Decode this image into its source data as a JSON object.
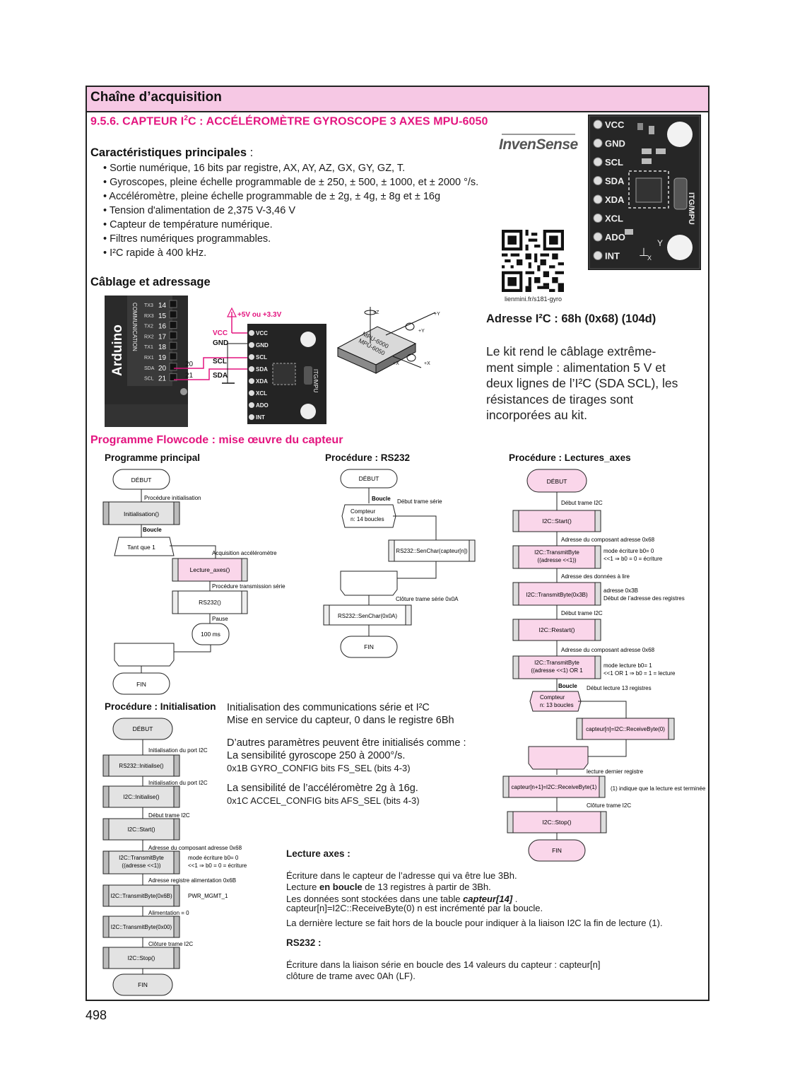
{
  "header": {
    "title": "Chaîne d’acquisition"
  },
  "section": {
    "title_a": "9.5.6. CAPTEUR I",
    "title_sup": "2",
    "title_b": "C : ACCÉLÉROMÈTRE GYROSCOPE 3 AXES MPU-6050"
  },
  "brand": {
    "logo_text": "InvenSense"
  },
  "features": {
    "heading": "Caractéristiques principales",
    "heading_suffix": " :",
    "items": [
      "• Sortie numérique, 16 bits par registre, AX, AY, AZ, GX, GY, GZ, T.",
      "• Gyroscopes, pleine échelle programmable de ± 250, ± 500, ± 1000, et ± 2000 °/s.",
      "• Accéléromètre, pleine échelle programmable de ± 2g, ± 4g, ± 8g et ± 16g",
      "• Tension d'alimentation de 2,375 V-3,46 V",
      "• Capteur de température numérique.",
      "• Filtres numériques programmables.",
      "• I²C rapide à 400 kHz."
    ]
  },
  "qr": {
    "caption": "lienmini.fr/s181-gyro"
  },
  "module": {
    "pins": [
      "VCC",
      "GND",
      "SCL",
      "SDA",
      "XDA",
      "XCL",
      "ADO",
      "INT"
    ],
    "chip_label": "ITG/MPU"
  },
  "wiring": {
    "heading": "Câblage et adressage",
    "arduino_label": "Arduino",
    "communication_label": "COMMUNICATION",
    "arduino_pins": [
      {
        "name": "TX3",
        "num": "14"
      },
      {
        "name": "RX3",
        "num": "15"
      },
      {
        "name": "TX2",
        "num": "16"
      },
      {
        "name": "RX2",
        "num": "17"
      },
      {
        "name": "TX1",
        "num": "18"
      },
      {
        "name": "RX1",
        "num": "19"
      },
      {
        "name": "SDA",
        "num": "20"
      },
      {
        "name": "SCL",
        "num": "21"
      }
    ],
    "wire_num_20": "20",
    "wire_num_21": "21",
    "supply": "+5V ou +3.3V",
    "vcc": "VCC",
    "gnd": "GND",
    "scl": "SCL",
    "sda": "SDA",
    "chip3d_label": "MPU-6000\nMPU-6050",
    "axes": [
      "+Z",
      "+Y",
      "+Y",
      "+X",
      "+X"
    ]
  },
  "address": {
    "heading": "Adresse I²C : 68h (0x68) (104d)",
    "lines": [
      "Le kit rend le câblage extrême-",
      "ment simple : alimentation 5 V et",
      "deux lignes de l’I²C (SDA SCL), les",
      "résistances de tirages sont",
      "incorporées au kit."
    ]
  },
  "flowcode": {
    "heading": "Programme Flowcode : mise œuvre du capteur",
    "main": {
      "title": "Programme principal",
      "start": "DÉBUT",
      "n_init": "Procédure initialisation",
      "init_call": "Initialisation()",
      "loop_label": "Boucle",
      "while": "Tant que 1",
      "n_acq": "Acquisition accéléromètre",
      "read_call": "Lecture_axes()",
      "n_send": "Procédure transmission série",
      "rs_call": "RS232()",
      "n_pause": "Pause",
      "delay": "100 ms",
      "end": "FIN"
    },
    "rs232": {
      "title": "Procédure : RS232",
      "start": "DÉBUT",
      "loop_label": "Boucle",
      "n_frame": "Début trame série",
      "counter": "Compteur\nn: 14 boucles",
      "send": "RS232::SenChar(capteur[n])",
      "n_close": "Clôture trame série 0x0A",
      "send_end": "RS232::SenChar(0x0A)",
      "end": "FIN"
    },
    "axes_proc": {
      "title": "Procédure : Lectures_axes",
      "start": "DÉBUT",
      "n1": "Début trame I2C",
      "start_i2c": "I2C::Start()",
      "n2": "Adresse du composant adresse 0x68",
      "tx1": "I2C::TransmitByte\n((adresse <<1))",
      "n2b": "mode écriture b0= 0\n<<1 ⇒ b0 = 0 = écriture",
      "n3": "Adresse des données à lire",
      "tx2": "I2C::TransmitByte(0x3B)",
      "n3b": "adresse 0x3B\nDébut de l’adresse des registres",
      "n4": "Début trame I2C",
      "restart": "I2C::Restart()",
      "n5": "Adresse du composant adresse 0x68",
      "tx3": "I2C::TransmitByte\n((adresse <<1) OR 1",
      "n5b": "mode lecture b0= 1\n<<1 OR 1 ⇒ b0 = 1 = lecture",
      "loop_label": "Boucle",
      "n6": "Début lecture 13 registres",
      "counter": "Compteur\nn: 13 boucles",
      "recv": "capteur[n]=I2C::ReceiveByte(0)",
      "n7": "lecture dernier registre",
      "recv_last": "capteur[n+1]=I2C::ReceiveByte(1)",
      "n7b": "(1) indique que la lecture est terminée",
      "n8": "Clôture trame I2C",
      "stop": "I2C::Stop()",
      "end": "FIN"
    },
    "init_proc": {
      "title": "Procédure : Initialisation",
      "start": "DÉBUT",
      "n1": "Initialisation du port I2C",
      "rs_init": "RS232::Initialise()",
      "n2": "Initialisation du port I2C",
      "i2c_init": "I2C::Initialise()",
      "n3": "Début trame I2C",
      "i2c_start": "I2C::Start()",
      "n4": "Adresse du composant adresse 0x68",
      "tx1": "I2C::TransmitByte\n((adresse <<1))",
      "n4b": "mode écriture b0= 0\n<<1 ⇒ b0 = 0 = écriture",
      "n5": "Adresse registre alimentation 0x6B",
      "tx2": "I2C::TransmitByte(0x6B)",
      "n5b": "PWR_MGMT_1",
      "n6": "Alimentation = 0",
      "tx3": "I2C::TransmitByte(0x00)",
      "n7": "Clôture trame I2C",
      "stop": "I2C::Stop()",
      "end": "FIN"
    },
    "init_notes": {
      "l1": "Initialisation des communications série et I²C",
      "l2": "Mise en service du capteur, 0 dans le registre 6Bh",
      "l3": "D’autres paramètres peuvent être initialisés comme :",
      "l4": "La sensibilité gyroscope 250 à 2000°/s.",
      "l5": "0x1B  GYRO_CONFIG  bits FS_SEL (bits 4-3)",
      "l6": "La sensibilité de l’accéléromètre 2g à 16g.",
      "l7": "0x1C  ACCEL_CONFIG bits  AFS_SEL (bits 4-3)"
    },
    "reading_notes": {
      "heading": "Lecture axes :",
      "l1": "Écriture dans le capteur de l’adresse qui va être lue 3Bh.",
      "l2a": "Lecture ",
      "l2b": "en boucle",
      "l2c": " de 13 registres à partir de 3Bh.",
      "l3a": "Les données sont stockées dans une table ",
      "l3b": "capteur[14]",
      "l3c": " .",
      "l4": "capteur[n]=I2C::ReceiveByte(0) n est incrémenté par la boucle.",
      "l5": "La dernière lecture se fait hors de la boucle pour indiquer à la liaison I2C la fin de lecture (1).",
      "rs_heading": "RS232 :",
      "l6": "Écriture dans la liaison série en boucle des 14 valeurs du capteur : capteur[n]",
      "l7": "clôture de trame avec 0Ah (LF)."
    }
  },
  "page_number": "498",
  "colors": {
    "accent": "#e3147f",
    "header_band": "#f6c8e4",
    "flow_pink": "#fad6ea",
    "flow_gray": "#e3e3e3",
    "board": "#1d1d1d"
  }
}
